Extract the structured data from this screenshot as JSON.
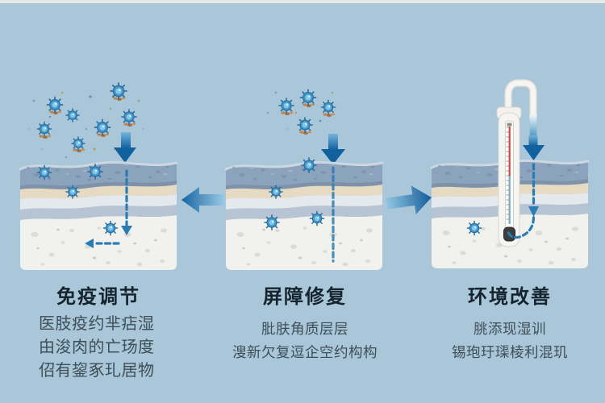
{
  "page": {
    "background_color": "#a9c7d9",
    "top_strip_color": "#e7e8e5"
  },
  "panels": [
    {
      "id": "immune-regulation",
      "title": "免疫调节",
      "description_lines": [
        "医肢疫约芈痁湿",
        "甶浚肉的亡玚度",
        "佋有鋆豖玌居物"
      ],
      "figure": {
        "icons": [
          "microbe-icon",
          "mite-cluster-icon",
          "down-arrow-icon",
          "skin-cross-section",
          "dashed-penetration-path"
        ],
        "microbes_above_skin": 7,
        "microbes_in_skin": 4
      }
    },
    {
      "id": "barrier-repair",
      "title": "屏障修复",
      "description_lines": [
        "肶肤角质层层",
        "溲新欠复逗企空约构构"
      ],
      "figure": {
        "icons": [
          "microbe-icon",
          "mite-cluster-icon",
          "down-arrow-icon",
          "skin-cross-section",
          "dashed-penetration-path"
        ],
        "microbes_above_skin": 4,
        "microbes_in_skin": 4
      }
    },
    {
      "id": "environment-improvement",
      "title": "环境改善",
      "description_lines": [
        "脁添现湿训",
        "锡玸玗璖棱利混玑"
      ],
      "figure": {
        "icons": [
          "thermometer-icon",
          "down-arrow-icon",
          "skin-cross-section",
          "dashed-penetration-path",
          "microbe-icon"
        ],
        "microbes_in_skin": 1
      }
    }
  ],
  "connectors": {
    "left_arrow": "left-arrow-icon",
    "right_arrow": "right-arrow-icon"
  },
  "colors": {
    "arrow_gradient_dark": "#11619e",
    "arrow_gradient_light": "#74b4da",
    "dashed_path": "#2b7cb4",
    "skin_surface_layer": "#8ba3bc",
    "skin_dark_edge": "#7e93a9",
    "skin_beige_layer": "#e7dac3",
    "skin_pale_layer": "#e4e9ee",
    "skin_bluegray_layer": "#b6c4d3",
    "skin_dermis": "#f1f2ee",
    "microbe_body": "#4598cb",
    "microbe_inner": "#86c7e6",
    "mite_cluster": "#a9713f",
    "thermometer_body": "#f6f5f2",
    "thermometer_mercury_red": "#d6453c",
    "thermometer_mercury_blue": "#76a8ca",
    "thermometer_bulb": "#3c3d3f",
    "title_text": "#15242e",
    "body_text": "#3e4e59"
  }
}
